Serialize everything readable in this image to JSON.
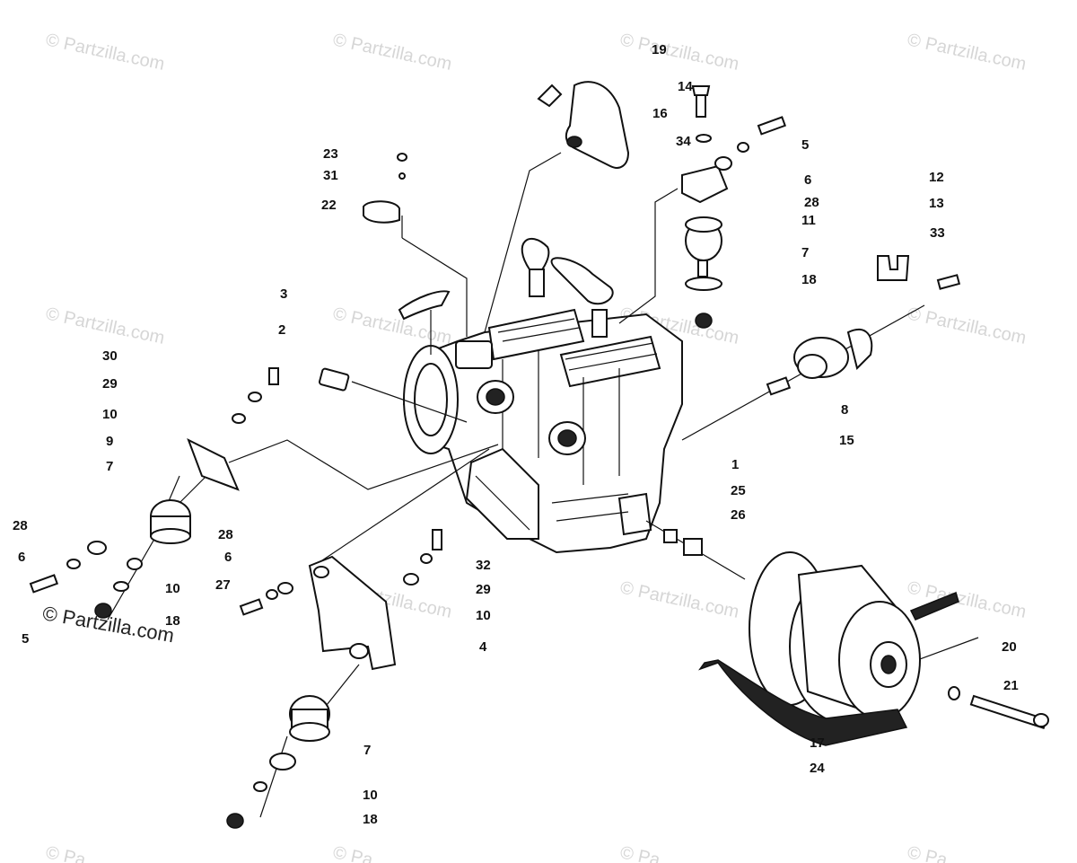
{
  "watermarks": [
    "© Partzilla.com",
    "© Partzilla.com",
    "© Partzilla.com",
    "© Partzilla.com",
    "© Partzilla.com",
    "© Partzilla.com",
    "© Partzilla.com",
    "© Partzilla.com",
    "© Partzilla.com",
    "© Partzilla.com",
    "© Partzilla.com",
    "© Pa",
    "© Pa",
    "© Pa",
    "© Pa"
  ],
  "overlay_watermark": "© Partzilla.com",
  "callouts": [
    "1",
    "2",
    "3",
    "4",
    "5",
    "5",
    "6",
    "6",
    "6",
    "7",
    "7",
    "7",
    "8",
    "9",
    "10",
    "10",
    "10",
    "10",
    "11",
    "12",
    "13",
    "14",
    "15",
    "16",
    "17",
    "18",
    "18",
    "18",
    "19",
    "20",
    "21",
    "22",
    "23",
    "24",
    "25",
    "26",
    "27",
    "28",
    "28",
    "28",
    "29",
    "29",
    "30",
    "31",
    "32",
    "33",
    "34"
  ]
}
